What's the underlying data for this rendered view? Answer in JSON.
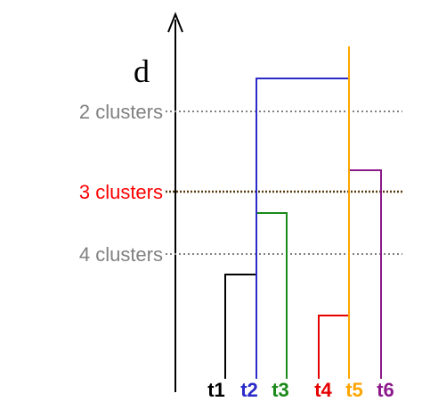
{
  "axis": {
    "label": "d"
  },
  "thresholds": [
    {
      "label": "2 clusters",
      "text_color": "#808080",
      "line_color": "#808080"
    },
    {
      "label": "3 clusters",
      "text_color": "#ff0000",
      "line_color": "#5a3a10"
    },
    {
      "label": "4 clusters",
      "text_color": "#808080",
      "line_color": "#808080"
    }
  ],
  "leaves": [
    {
      "label": "t1",
      "color": "#000000"
    },
    {
      "label": "t2",
      "color": "#2b2bc8"
    },
    {
      "label": "t3",
      "color": "#1a8a1a"
    },
    {
      "label": "t4",
      "color": "#e60000"
    },
    {
      "label": "t5",
      "color": "#ffa500"
    },
    {
      "label": "t6",
      "color": "#8b1a8b"
    }
  ],
  "colors": {
    "axis": "#000000",
    "t1t2": "#000000",
    "t12t3": "#2b2bc8",
    "t4t5": "#e60000",
    "t45t6": "#ffa500",
    "root": "#2b2bc8",
    "t6_branch": "#8b1a8b",
    "t3_branch": "#1a8a1a"
  }
}
